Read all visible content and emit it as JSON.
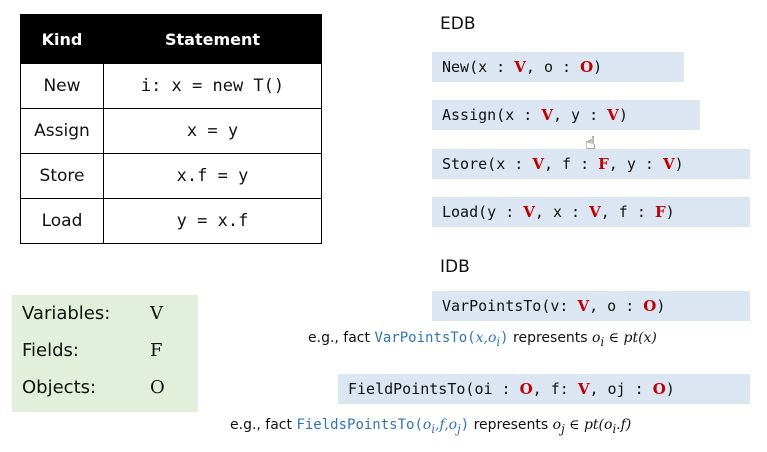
{
  "table": {
    "headers": [
      "Kind",
      "Statement"
    ],
    "rows": [
      {
        "kind": "New",
        "statement": "i: x = new T()"
      },
      {
        "kind": "Assign",
        "statement": "x = y"
      },
      {
        "kind": "Store",
        "statement": "x.f = y"
      },
      {
        "kind": "Load",
        "statement": "y = x.f"
      }
    ]
  },
  "domains": [
    {
      "label": "Variables:",
      "symbol": "V"
    },
    {
      "label": "Fields:",
      "symbol": "F"
    },
    {
      "label": "Objects:",
      "symbol": "O"
    }
  ],
  "edb": {
    "title": "EDB",
    "relations": {
      "new": {
        "name": "New(",
        "a1": "x : ",
        "t1": "V",
        "s1": ", o : ",
        "t2": "O",
        "end": ")"
      },
      "assign": {
        "name": "Assign(",
        "a1": "x : ",
        "t1": "V",
        "s1": ", y : ",
        "t2": "V",
        "end": ")"
      },
      "store": {
        "name": "Store(",
        "a1": "x : ",
        "t1": "V",
        "s1": ", f : ",
        "t2": "F",
        "s2": ", y : ",
        "t3": "V",
        "end": ")"
      },
      "load": {
        "name": "Load(",
        "a1": "y : ",
        "t1": "V",
        "s1": ", x : ",
        "t2": "V",
        "s2": ", f : ",
        "t3": "F",
        "end": ")"
      }
    }
  },
  "idb": {
    "title": "IDB",
    "varpointsto": {
      "name": "VarPointsTo(",
      "a1": "v: ",
      "t1": "V",
      "s1": ", o : ",
      "t2": "O",
      "end": ")"
    },
    "fieldpointsto": {
      "name": "FieldPointsTo(",
      "a1": "oi : ",
      "t1": "O",
      "s1": ", f: ",
      "t2": "V",
      "s2": ", oj : ",
      "t3": "O",
      "end": ")"
    },
    "note1": {
      "prefix": "e.g., fact ",
      "fact": "VarPointsTo(",
      "args": "x,o",
      "sub": "i",
      "close": ")",
      "mid": " represents ",
      "math": "o",
      "mathsub": "i",
      "rel": " ∈ pt(x)"
    },
    "note2": {
      "prefix": "e.g., fact ",
      "fact": "FieldsPointsTo(",
      "args": "o",
      "sub1": "i",
      "args2": ",f,o",
      "sub2": "j",
      "close": ")",
      "mid": " represents ",
      "math": "o",
      "mathsub": "j",
      "rel": " ∈ pt(o",
      "relsub": "i",
      "relend": ".f)"
    }
  }
}
